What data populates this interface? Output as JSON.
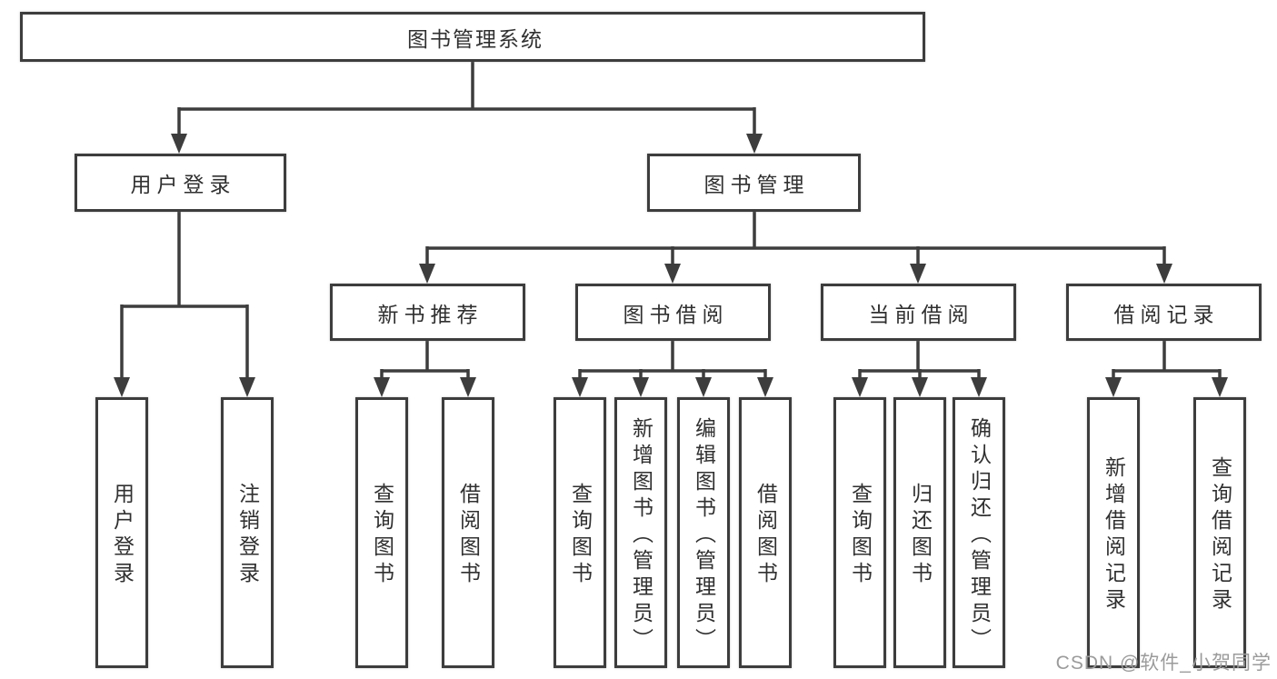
{
  "tree": {
    "root": "图书管理系统",
    "children": [
      {
        "label": "用户登录",
        "children": [
          {
            "label": "用户登录"
          },
          {
            "label": "注销登录"
          }
        ]
      },
      {
        "label": "图书管理",
        "children": [
          {
            "label": "新书推荐",
            "children": [
              {
                "label": "查询图书"
              },
              {
                "label": "借阅图书"
              }
            ]
          },
          {
            "label": "图书借阅",
            "children": [
              {
                "label": "查询图书"
              },
              {
                "label": "新增图书（管理员）"
              },
              {
                "label": "编辑图书（管理员）"
              },
              {
                "label": "借阅图书"
              }
            ]
          },
          {
            "label": "当前借阅",
            "children": [
              {
                "label": "查询图书"
              },
              {
                "label": "归还图书"
              },
              {
                "label": "确认归还（管理员）"
              }
            ]
          },
          {
            "label": "借阅记录",
            "children": [
              {
                "label": "新增借阅记录"
              },
              {
                "label": "查询借阅记录"
              }
            ]
          }
        ]
      }
    ]
  },
  "watermark": {
    "text": "CSDN @软件_小贺同学"
  },
  "colors": {
    "line": "#3d3d3d",
    "box_border": "#3d3d3d",
    "text": "#303030",
    "watermark": "#9b9b9b",
    "background": "#ffffff"
  }
}
